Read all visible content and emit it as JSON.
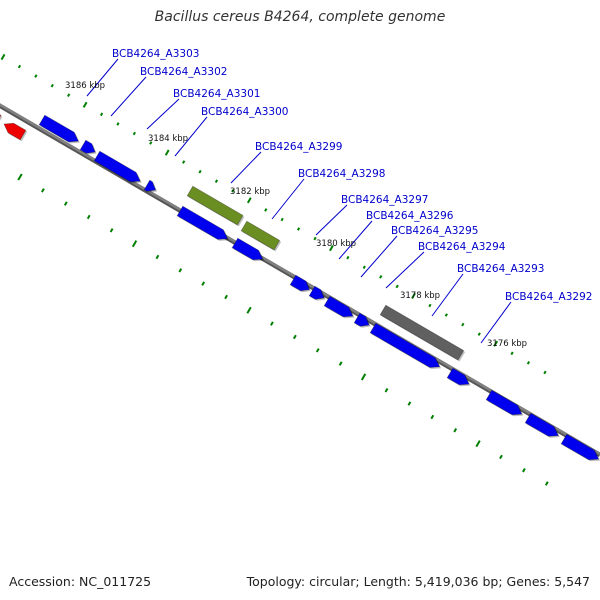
{
  "title": "Bacillus cereus B4264, complete genome",
  "footer": {
    "accession": "Accession: NC_011725",
    "summary": "Topology: circular; Length: 5,419,036 bp; Genes: 5,547"
  },
  "colors": {
    "background": "#ffffff",
    "backbone": "#808080",
    "forward_cds": "#0000ee",
    "reverse_feature": "#ee0000",
    "rna_feature": "#6b8e23",
    "pseudo_feature": "#606060",
    "tick_marks": "#008000",
    "label_text": "#0000cc"
  },
  "scale_labels": [
    "3186 kbp",
    "3184 kbp",
    "3182 kbp",
    "3180 kbp",
    "3178 kbp",
    "3176 kbp"
  ],
  "genes": [
    "BCB4264_A3303",
    "BCB4264_A3302",
    "BCB4264_A3301",
    "BCB4264_A3300",
    "BCB4264_A3299",
    "BCB4264_A3298",
    "BCB4264_A3297",
    "BCB4264_A3296",
    "BCB4264_A3295",
    "BCB4264_A3294",
    "BCB4264_A3293",
    "BCB4264_A3292"
  ]
}
